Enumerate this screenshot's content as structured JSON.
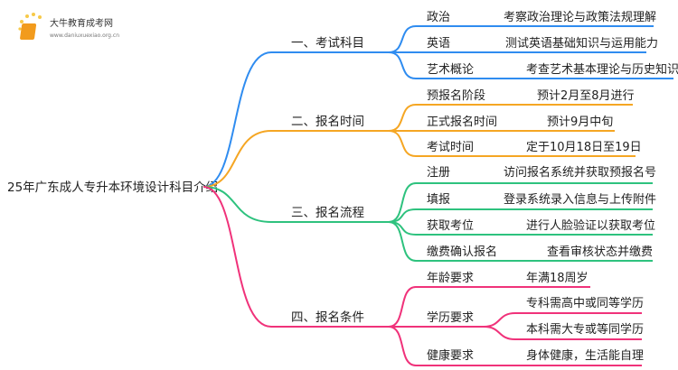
{
  "logo": {
    "name": "大牛教育成考网",
    "url": "www.daniuxuexiao.org.cn"
  },
  "root": "25年广东成人专升本环境设计科目介绍",
  "colors": {
    "blue": "#2f8cf0",
    "orange": "#f5a623",
    "green": "#2ec27e",
    "pink": "#f0327a"
  },
  "branches": [
    {
      "label": "一、考试科目",
      "items": [
        {
          "label": "政治",
          "detail": "考察政治理论与政策法规理解"
        },
        {
          "label": "英语",
          "detail": "测试英语基础知识与运用能力"
        },
        {
          "label": "艺术概论",
          "detail": "考查艺术基本理论与历史知识"
        }
      ]
    },
    {
      "label": "二、报名时间",
      "items": [
        {
          "label": "预报名阶段",
          "detail": "预计2月至8月进行"
        },
        {
          "label": "正式报名时间",
          "detail": "预计9月中旬"
        },
        {
          "label": "考试时间",
          "detail": "定于10月18日至19日"
        }
      ]
    },
    {
      "label": "三、报名流程",
      "items": [
        {
          "label": "注册",
          "detail": "访问报名系统并获取预报名号"
        },
        {
          "label": "填报",
          "detail": "登录系统录入信息与上传附件"
        },
        {
          "label": "获取考位",
          "detail": "进行人脸验证以获取考位"
        },
        {
          "label": "缴费确认报名",
          "detail": "查看审核状态并缴费"
        }
      ]
    },
    {
      "label": "四、报名条件",
      "items": [
        {
          "label": "年龄要求",
          "detail": "年满18周岁"
        },
        {
          "label": "学历要求",
          "details": [
            "专科需高中或同等学历",
            "本科需大专或等同学历"
          ]
        },
        {
          "label": "健康要求",
          "detail": "身体健康，生活能自理"
        }
      ]
    }
  ]
}
